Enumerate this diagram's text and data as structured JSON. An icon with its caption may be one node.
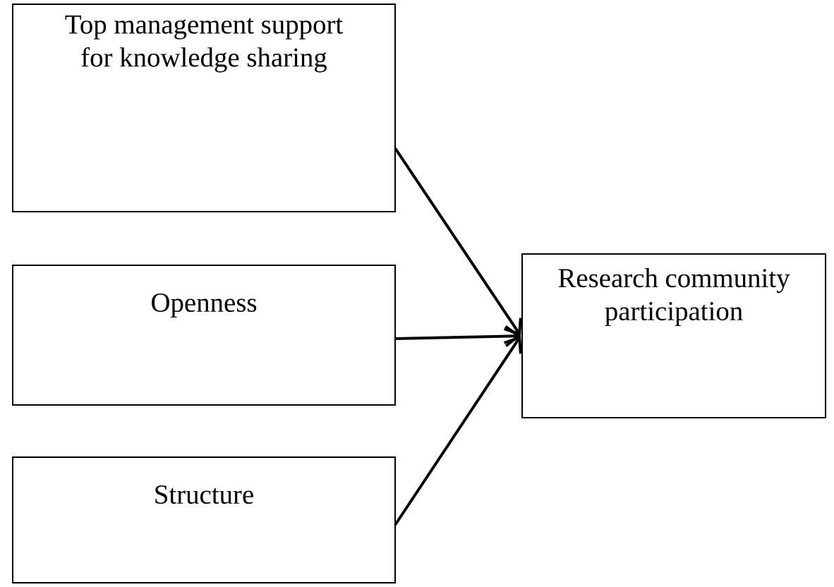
{
  "diagram": {
    "nodes": [
      {
        "text": [
          "Top management support for knowledge sharing"
        ]
      },
      {
        "text": [
          "Openness"
        ]
      },
      {
        "text": [
          "Structure"
        ]
      },
      {
        "text": [
          "Research community participation"
        ]
      }
    ],
    "edges": [
      {
        "from": 0,
        "to": 3,
        "arrow": "to"
      },
      {
        "from": 1,
        "to": 3,
        "arrow": "to"
      },
      {
        "from": 2,
        "to": 3,
        "arrow": "to"
      }
    ]
  }
}
